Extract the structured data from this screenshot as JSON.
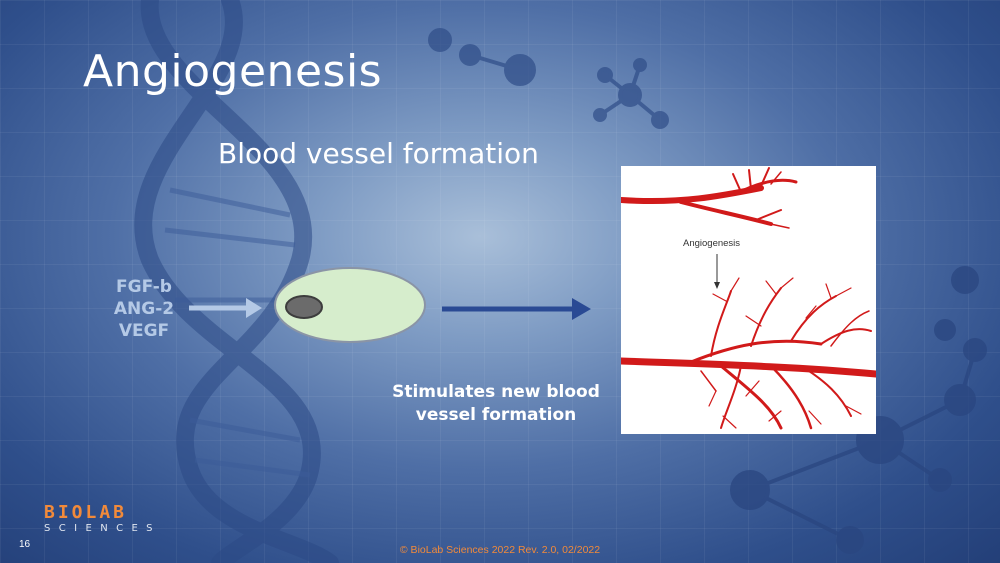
{
  "slide": {
    "title": "Angiogenesis",
    "subtitle": "Blood vessel formation",
    "growth_factors": [
      "FGF-b",
      "ANG-2",
      "VEGF"
    ],
    "stimulates_text": [
      "Stimulates new blood",
      "vessel formation"
    ],
    "image_label": "Angiogenesis",
    "page_number": "16",
    "footer": "© BioLab Sciences 2022 Rev. 2.0, 02/2022"
  },
  "logo": {
    "main": "BIOLAB",
    "sub": "SCIENCES"
  },
  "colors": {
    "background": "#2f4f8b",
    "cell_fill": "#d6edcc",
    "nucleus": "#6b6b6b",
    "light_arrow": "#b4c9e6",
    "dark_arrow": "#2a4a94",
    "vessel": "#d11a1a",
    "accent": "#f28a3a"
  },
  "icons": [
    "dna-helix-icon",
    "molecule-icon",
    "right-arrow-icon",
    "cell-icon"
  ]
}
